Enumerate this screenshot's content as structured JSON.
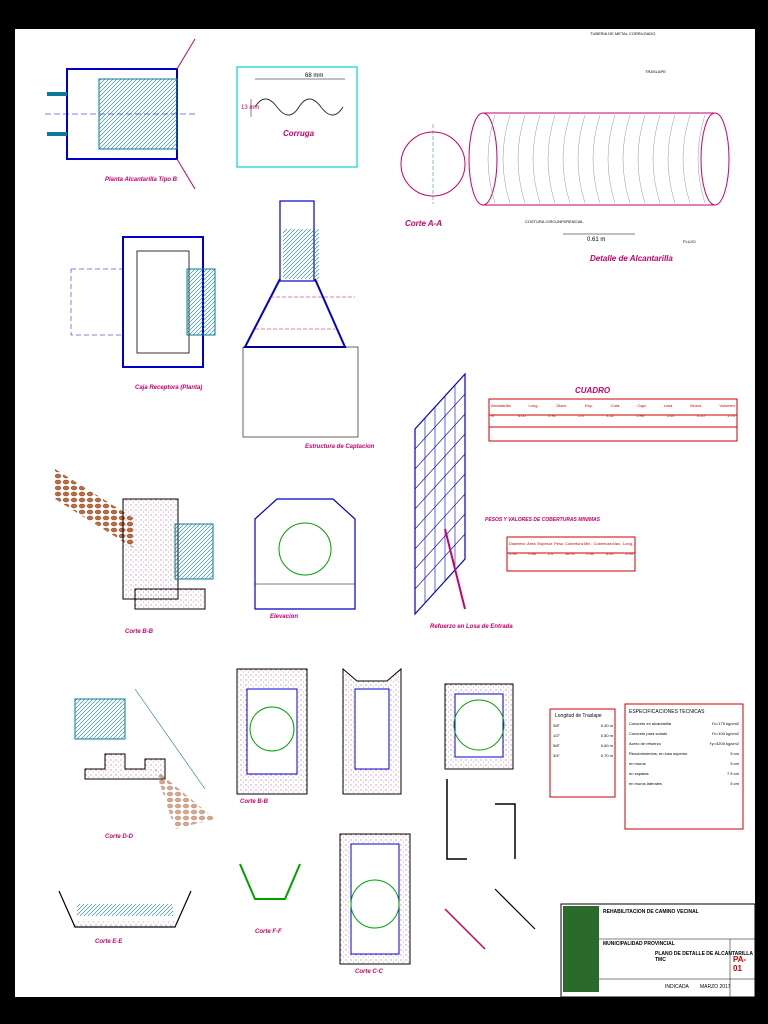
{
  "sheet": {
    "view_labels": {
      "planta": "Planta Alcantarilla Tipo B",
      "corrugado": "Corruga",
      "corte_aa": "Corte A-A",
      "detalle": "Detalle de Alcantarilla",
      "caja_receptora": "Caja Receptora (Planta)",
      "estructura_captacion": "Estructura de Captacion",
      "elevacion": "Elevacion",
      "corte_bb": "Corte B-B",
      "refuerzo": "Refuerzo en Losa de Entrada",
      "corte_dd": "Corte D-D",
      "corte_ee": "Corte E-E",
      "corte_cc": "Corte C-C",
      "corte_bb2": "Corte B-B",
      "corte_ff": "Corte F-F"
    },
    "dims": {
      "corrug_width": "68 mm",
      "corrug_height": "13 mm",
      "pipe_length": "0.61 m"
    },
    "notes": {
      "tuberia": "TUBERIA DE METAL CORRUGADO",
      "traslape": "TRASLAPE",
      "costura": "COSTURA CIRCUNFERENCIAL",
      "flujo": "FLUJO"
    },
    "cuadro": {
      "title": "CUADRO",
      "headers": [
        "Alcantarilla",
        "Long.",
        "Diam.",
        "Esp.",
        "Cota",
        "Caja",
        "Losa",
        "Muros",
        "Volumen"
      ],
      "row": [
        "N°",
        "6.00",
        "0.90",
        "2.0",
        "3.52",
        "0.90",
        "1.00",
        "0.20",
        "1.70"
      ]
    },
    "pesos": {
      "title": "PESOS Y VALORES DE COBERTURAS MINIMAS",
      "headers": [
        "Diametro",
        "Area",
        "Espesor",
        "Peso",
        "Cobertura Min.",
        "Cobertura Max.",
        "Long."
      ],
      "row": [
        "0.90",
        "0.64",
        "2.0",
        "56.00",
        "0.30",
        "6.00",
        "1.00"
      ]
    },
    "traslape_table": {
      "title": "Longitud de Traslape",
      "rows": [
        [
          "3/8\"",
          "0.40 m"
        ],
        [
          "1/2\"",
          "0.50 m"
        ],
        [
          "5/8\"",
          "0.60 m"
        ],
        [
          "3/4\"",
          "0.70 m"
        ]
      ]
    },
    "especificaciones": {
      "title": "ESPECIFICACIONES TECNICAS",
      "rows": [
        [
          "Concreto en alcantarilla",
          "f'c=175 kg/cm2"
        ],
        [
          "Concreto para solado",
          "f'c=100 kg/cm2"
        ],
        [
          "Acero de refuerzo",
          "f'y=4200 kg/cm2"
        ],
        [
          "Recubrimientos: en losa superior",
          "5 cm"
        ],
        [
          "en muros",
          "5 cm"
        ],
        [
          "en zapatas",
          "7.5 cm"
        ],
        [
          "en muros laterales",
          "5 cm"
        ]
      ]
    },
    "title_block": {
      "project": "REHABILITACION DE CAMINO VECINAL",
      "owner": "MUNICIPALIDAD PROVINCIAL",
      "plan_title": "PLANO DE DETALLE DE ALCANTARILLA TMC",
      "sheet_no": "PA-01",
      "scale": "INDICADA",
      "date": "MARZO 2017"
    }
  }
}
